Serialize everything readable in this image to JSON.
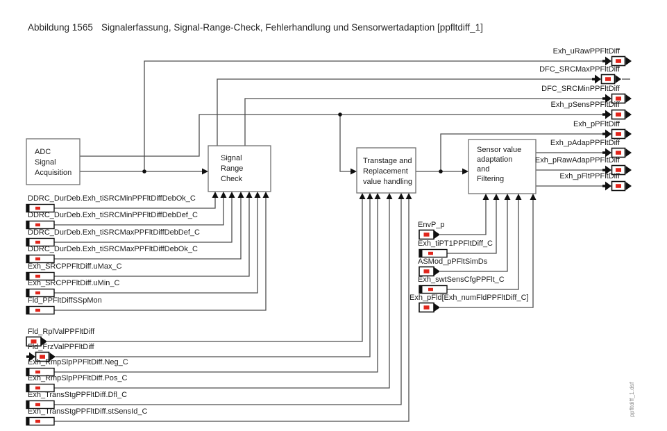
{
  "title": {
    "prefix": "Abbildung 1565",
    "main": "Signalerfassung, Signal-Range-Check, Fehlerhandlung und Sensorwertadaption [ppfltdiff_1]"
  },
  "watermark": "ppfltdiff_1.dsf",
  "colors": {
    "wire": "#4d4d4d",
    "block_border": "#707070",
    "port_red": "#e1251b",
    "ink": "#101010"
  },
  "blocks": {
    "adc": {
      "line1": "ADC",
      "line2": "Signal",
      "line3": "Acquisition"
    },
    "src": {
      "line1": "Signal",
      "line2": "Range",
      "line3": "Check"
    },
    "transtage": {
      "line1": "Transtage and",
      "line2": "Replacement",
      "line3": "value handling"
    },
    "sensor": {
      "line1": "Sensor value",
      "line2": "adaptation",
      "line3": "and",
      "line4": "Filtering"
    }
  },
  "outputs": [
    {
      "label": "Exh_uRawPPFltDiff"
    },
    {
      "label": "DFC_SRCMaxPPFltDiff"
    },
    {
      "label": "DFC_SRCMinPPFltDiff"
    },
    {
      "label": "Exh_pSensPPFltDiff"
    },
    {
      "label": "Exh_pPFltDiff"
    },
    {
      "label": "Exh_pAdapPPFltDiff"
    },
    {
      "label": "Exh_pRawAdapPPFltDiff"
    },
    {
      "label": "Exh_pFltPPFltDiff"
    }
  ],
  "src_inputs": [
    {
      "label": "DDRC_DurDeb.Exh_tiSRCMinPPFltDiffDebOk_C"
    },
    {
      "label": "DDRC_DurDeb.Exh_tiSRCMinPPFltDiffDebDef_C"
    },
    {
      "label": "DDRC_DurDeb.Exh_tiSRCMaxPPFltDiffDebDef_C"
    },
    {
      "label": "DDRC_DurDeb.Exh_tiSRCMaxPPFltDiffDebOk_C"
    },
    {
      "label": "Exh_SRCPPFltDiff.uMax_C"
    },
    {
      "label": "Exh_SRCPPFltDiff.uMin_C"
    },
    {
      "label": "Fld_PPFltDiffSSpMon"
    }
  ],
  "transtage_inputs": [
    {
      "label": "Fld_RplValPPFltDiff"
    },
    {
      "label": "Fld_FrzValPPFltDiff"
    },
    {
      "label": "Exh_RmpSlpPPFltDiff.Neg_C"
    },
    {
      "label": "Exh_RmpSlpPPFltDiff.Pos_C"
    },
    {
      "label": "Exh_TransStgPPFltDiff.Dfl_C"
    },
    {
      "label": "Exh_TransStgPPFltDiff.stSensId_C"
    }
  ],
  "sensor_inputs": [
    {
      "label": "EnvP_p"
    },
    {
      "label": "Exh_tiPT1PPFltDiff_C"
    },
    {
      "label": "ASMod_pPFltSimDs"
    },
    {
      "label": "Exh_swtSensCfgPPFlt_C"
    },
    {
      "label": "Exh_pFld[Exh_numFldPPFltDiff_C]"
    }
  ]
}
